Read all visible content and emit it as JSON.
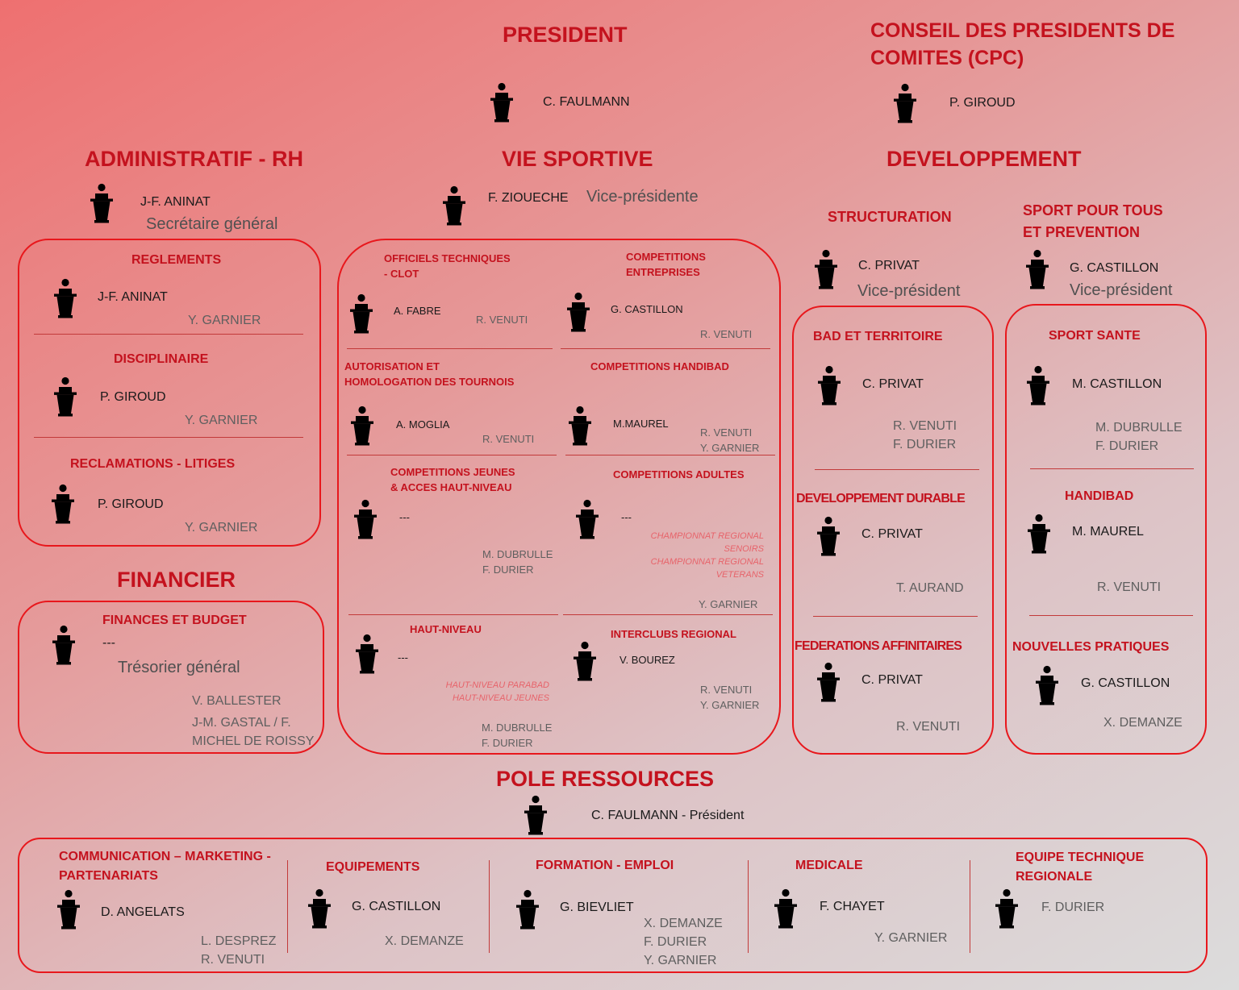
{
  "president": {
    "title": "PRESIDENT",
    "name": "C. FAULMANN"
  },
  "cpc": {
    "title_line1": "CONSEIL DES PRESIDENTS DE",
    "title_line2": "COMITES  (CPC)",
    "name": "P. GIROUD"
  },
  "admin": {
    "title": "ADMINISTRATIF - RH",
    "name": "J-F. ANINAT",
    "role": "Secrétaire général",
    "committees": [
      {
        "title": "REGLEMENTS",
        "name": "J-F. ANINAT",
        "members": "Y. GARNIER"
      },
      {
        "title": "DISCIPLINAIRE",
        "name": "P. GIROUD",
        "members": "Y. GARNIER"
      },
      {
        "title": "RECLAMATIONS - LITIGES",
        "name": "P. GIROUD",
        "members": "Y. GARNIER"
      }
    ]
  },
  "financier": {
    "title": "FINANCIER",
    "committee_title": "FINANCES ET BUDGET",
    "name": "---",
    "role": "Trésorier général",
    "members": [
      "V. BALLESTER",
      "J-M. GASTAL / F.",
      "MICHEL DE ROISSY"
    ]
  },
  "vie": {
    "title": "VIE SPORTIVE",
    "name": "F. ZIOUECHE",
    "role": "Vice-présidente",
    "committees": [
      {
        "title": [
          "OFFICIELS TECHNIQUES",
          "- CLOT"
        ],
        "name": "A. FABRE",
        "members": [
          "R. VENUTI"
        ]
      },
      {
        "title": [
          "COMPETITIONS",
          "ENTREPRISES"
        ],
        "name": "G. CASTILLON",
        "members": [
          "R. VENUTI"
        ]
      },
      {
        "title": [
          "AUTORISATION ET",
          "HOMOLOGATION DES TOURNOIS"
        ],
        "name": "A. MOGLIA",
        "members": [
          "R. VENUTI"
        ]
      },
      {
        "title": [
          "COMPETITIONS HANDIBAD"
        ],
        "name": "M.MAUREL",
        "members": [
          "R. VENUTI",
          "Y. GARNIER"
        ]
      },
      {
        "title": [
          "COMPETITIONS JEUNES",
          "& ACCES HAUT-NIVEAU"
        ],
        "name": "---",
        "members": [
          "M. DUBRULLE",
          "F. DURIER"
        ]
      },
      {
        "title": [
          "COMPETITIONS ADULTES"
        ],
        "name": "---",
        "sub": [
          "CHAMPIONNAT REGIONAL",
          "SENOIRS",
          "CHAMPIONNAT REGIONAL",
          "VETERANS"
        ],
        "members": [
          "Y. GARNIER"
        ]
      },
      {
        "title": [
          "HAUT-NIVEAU"
        ],
        "name": "---",
        "sub": [
          "HAUT-NIVEAU PARABAD",
          "HAUT-NIVEAU JEUNES"
        ],
        "members": [
          "M. DUBRULLE",
          "F. DURIER"
        ]
      },
      {
        "title": [
          "INTERCLUBS REGIONAL"
        ],
        "name": "V. BOUREZ",
        "members": [
          "R. VENUTI",
          "Y. GARNIER"
        ]
      }
    ]
  },
  "dev": {
    "title": "DEVELOPPEMENT",
    "structuration": {
      "title": "STRUCTURATION",
      "name": "C. PRIVAT",
      "role": "Vice-président",
      "committees": [
        {
          "title": "BAD ET TERRITOIRE",
          "name": "C. PRIVAT",
          "members": [
            "R. VENUTI",
            "F. DURIER"
          ]
        },
        {
          "title": "DEVELOPPEMENT DURABLE",
          "name": "C. PRIVAT",
          "members": [
            "T. AURAND"
          ]
        },
        {
          "title": "FEDERATIONS AFFINITAIRES",
          "name": "C. PRIVAT",
          "members": [
            "R. VENUTI"
          ]
        }
      ]
    },
    "sport": {
      "title": [
        "SPORT POUR TOUS",
        "ET PREVENTION"
      ],
      "name": "G. CASTILLON",
      "role": "Vice-président",
      "committees": [
        {
          "title": "SPORT SANTE",
          "name": "M. CASTILLON",
          "members": [
            "M. DUBRULLE",
            "F. DURIER"
          ]
        },
        {
          "title": "HANDIBAD",
          "name": "M. MAUREL",
          "members": [
            "R. VENUTI"
          ]
        },
        {
          "title": "NOUVELLES PRATIQUES",
          "name": "G. CASTILLON",
          "members": [
            "X. DEMANZE"
          ]
        }
      ]
    }
  },
  "pole": {
    "title": "POLE RESSOURCES",
    "name": "C. FAULMANN",
    "role": " - Président",
    "committees": [
      {
        "title": [
          "COMMUNICATION – MARKETING -",
          "PARTENARIATS"
        ],
        "name": "D. ANGELATS",
        "members": [
          "L. DESPREZ",
          "R. VENUTI"
        ]
      },
      {
        "title": [
          "EQUIPEMENTS"
        ],
        "name": "G. CASTILLON",
        "members": [
          "X. DEMANZE"
        ]
      },
      {
        "title": [
          "FORMATION - EMPLOI"
        ],
        "name": "G. BIEVLIET",
        "members": [
          "X. DEMANZE",
          "F. DURIER",
          "Y. GARNIER"
        ]
      },
      {
        "title": [
          "MEDICALE"
        ],
        "name": "F. CHAYET",
        "members": [
          "Y. GARNIER"
        ]
      },
      {
        "title": [
          "EQUIPE TECHNIQUE",
          "REGIONALE"
        ],
        "name": "",
        "members": [
          "F. DURIER"
        ]
      }
    ]
  }
}
